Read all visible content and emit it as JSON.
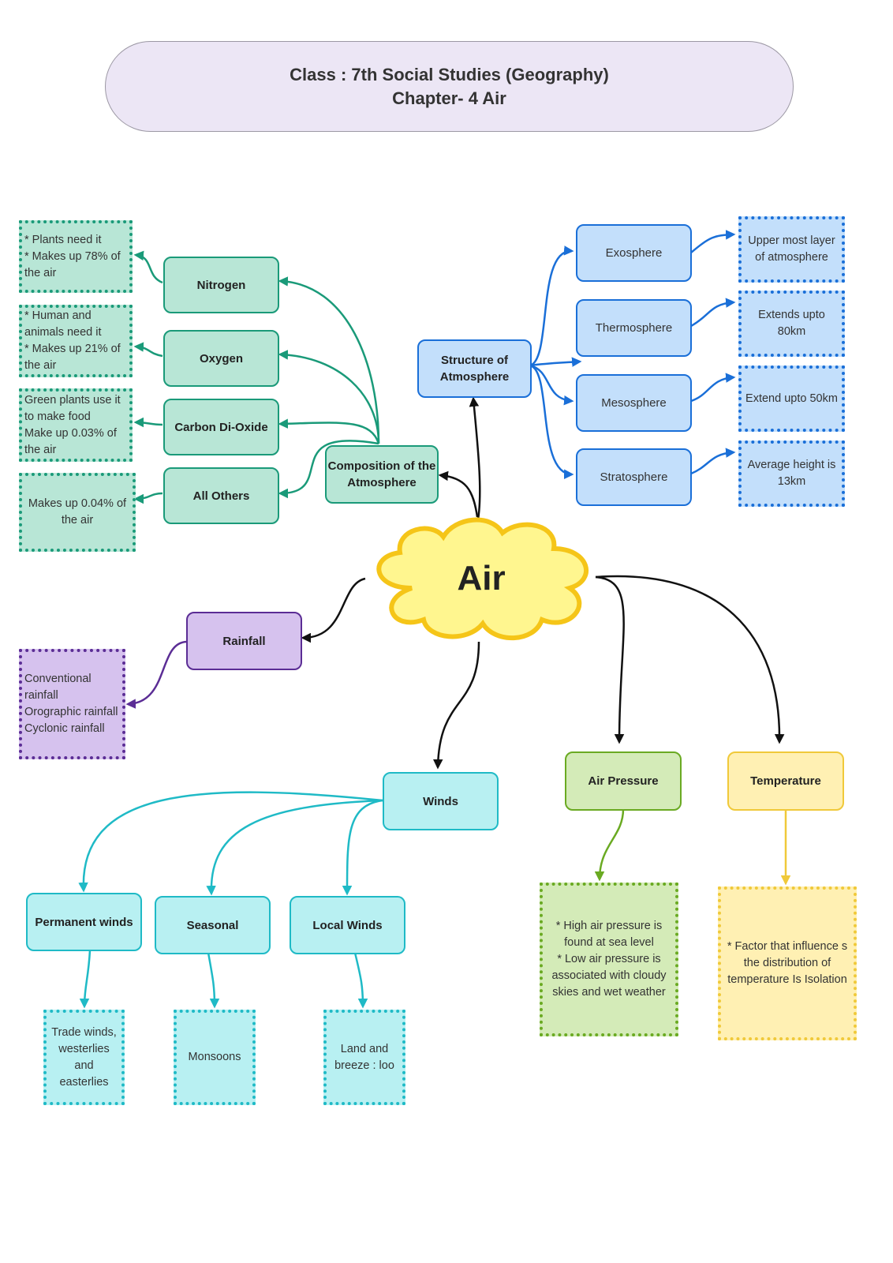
{
  "header": {
    "line1": "Class : 7th Social Studies (Geography)",
    "line2": "Chapter- 4 Air"
  },
  "center": {
    "label": "Air",
    "color": "#fff68f",
    "border": "#f5c518"
  },
  "composition": {
    "label": "Composition of the Atmosphere",
    "color": "#b8e6d6",
    "border": "#1a9a79",
    "items": [
      {
        "label": "Nitrogen",
        "note": "* Plants need it\n* Makes up 78% of the air"
      },
      {
        "label": "Oxygen",
        "note": "* Human and animals need it\n* Makes up 21% of the air"
      },
      {
        "label": "Carbon Di-Oxide",
        "note": "Green plants use it to make food\nMake up 0.03% of the air"
      },
      {
        "label": "All Others",
        "note": "Makes up 0.04% of the air"
      }
    ]
  },
  "structure": {
    "label": "Structure of Atmosphere",
    "color": "#c3dffb",
    "border": "#1a6fd8",
    "items": [
      {
        "label": "Exosphere",
        "note": "Upper most layer of atmosphere"
      },
      {
        "label": "Thermosphere",
        "note": "Extends upto 80km"
      },
      {
        "label": "Mesosphere",
        "note": "Extend upto 50km"
      },
      {
        "label": "Stratosphere",
        "note": "Average height is 13km"
      }
    ]
  },
  "rainfall": {
    "label": "Rainfall",
    "color": "#d6c2ee",
    "border": "#5b2d95",
    "note": "Conventional rainfall\nOrographic rainfall\nCyclonic rainfall"
  },
  "winds": {
    "label": "Winds",
    "color": "#b8f0f2",
    "border": "#1fbac6",
    "items": [
      {
        "label": "Permanent winds",
        "note": "Trade winds, westerlies and easterlies"
      },
      {
        "label": "Seasonal",
        "note": "Monsoons"
      },
      {
        "label": "Local Winds",
        "note": "Land and breeze : loo"
      }
    ]
  },
  "air_pressure": {
    "label": "Air Pressure",
    "color": "#d4ebb8",
    "border": "#6aaa22",
    "note": "* High air pressure is found at sea level\n* Low air pressure is associated with cloudy skies and wet weather"
  },
  "temperature": {
    "label": "Temperature",
    "color": "#fff0b3",
    "border": "#f0c93a",
    "note": "* Factor that influence s the distribution of temperature Is Isolation"
  }
}
